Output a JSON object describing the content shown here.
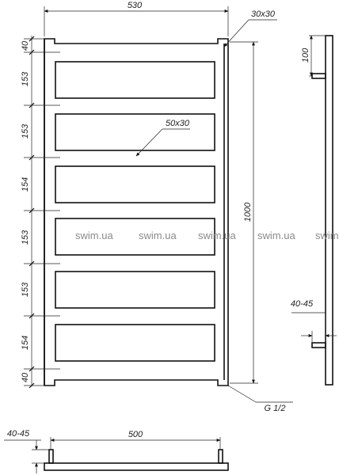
{
  "dimensions": {
    "overall_width": "530",
    "rail_profile": "30x30",
    "bar_profile": "50x30",
    "height": "1000",
    "outlet_thread": "G 1/2",
    "side_top_offset": "100",
    "wall_distance_side": "40-45",
    "wall_distance_bottom": "40-45",
    "bottom_width": "500",
    "segment_top": "40",
    "segment_1": "153",
    "segment_2": "153",
    "segment_3": "154",
    "segment_4": "153",
    "segment_5": "153",
    "segment_6": "154",
    "segment_bottom": "40"
  },
  "watermarks": [
    "swim.ua",
    "swim.ua",
    "swim.ua",
    "swim.ua",
    "swim.ua"
  ]
}
